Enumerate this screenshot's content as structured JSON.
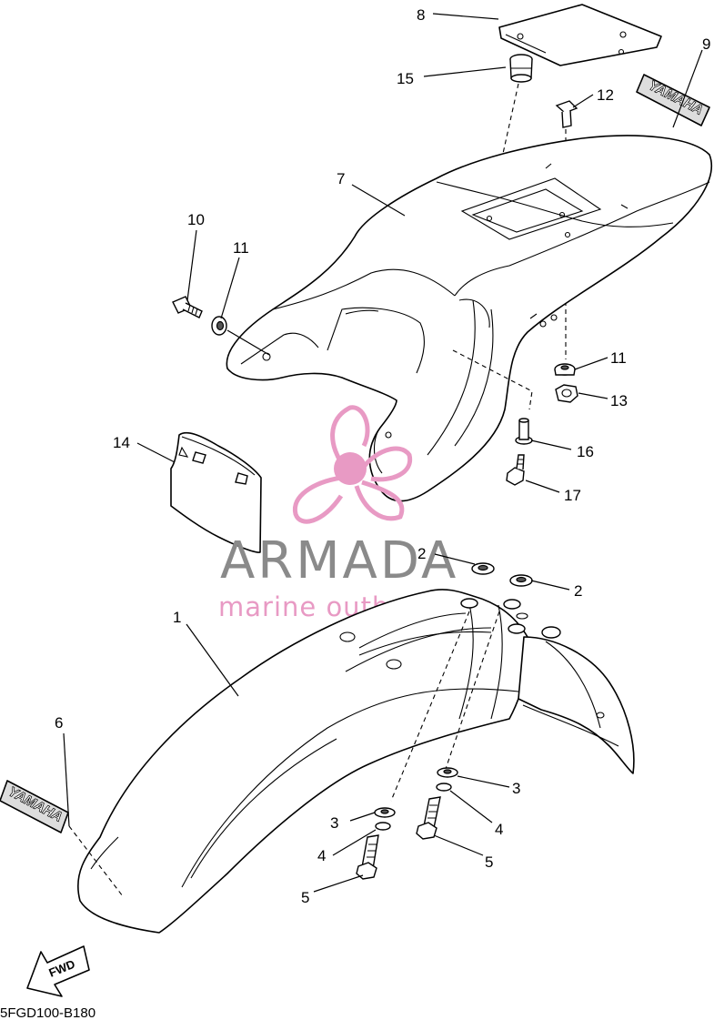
{
  "diagram_code": "5FGD100-B180",
  "watermark": {
    "brand": "ARMADA",
    "tagline": "marine outboards",
    "accent_color": "#e89ac4"
  },
  "decal_text": "YAMAHA",
  "direction_label": "FWD",
  "callouts": {
    "c1": "1",
    "c2a": "2",
    "c2b": "2",
    "c3a": "3",
    "c3b": "3",
    "c4a": "4",
    "c4b": "4",
    "c5a": "5",
    "c5b": "5",
    "c6": "6",
    "c7": "7",
    "c8": "8",
    "c9": "9",
    "c10": "10",
    "c11a": "11",
    "c11b": "11",
    "c12": "12",
    "c13": "13",
    "c14": "14",
    "c15": "15",
    "c16": "16",
    "c17": "17"
  }
}
